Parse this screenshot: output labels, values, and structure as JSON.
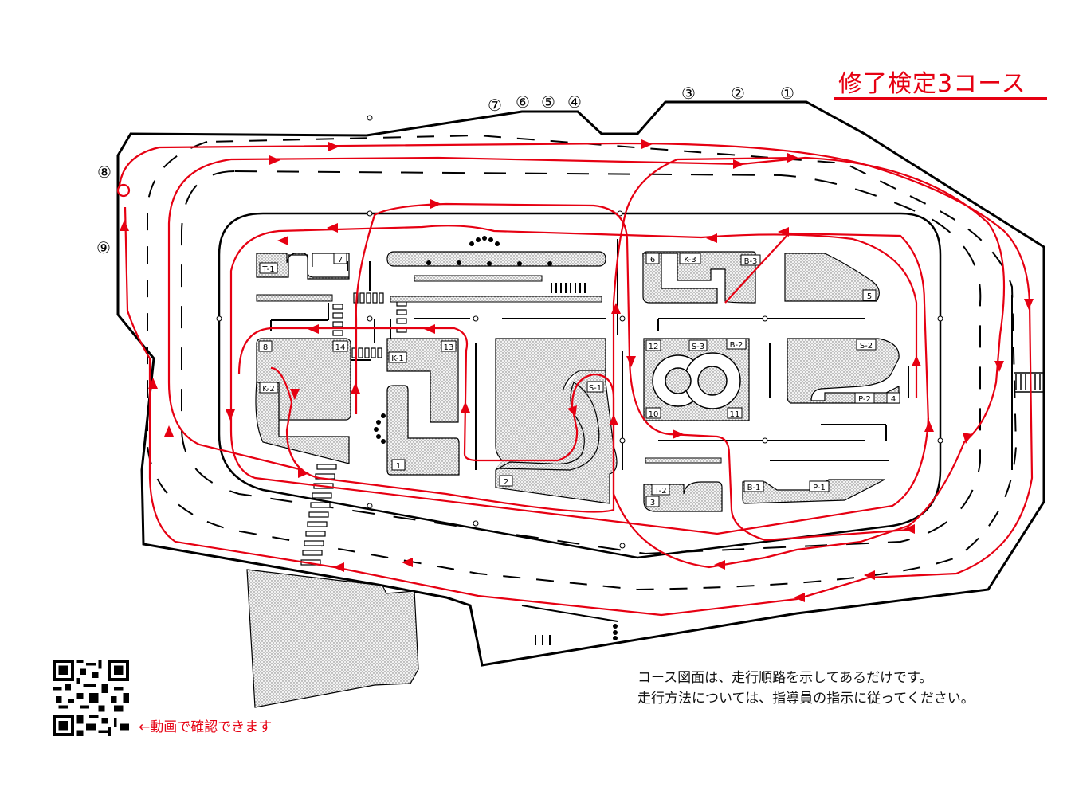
{
  "course_title": "修了検定3コース",
  "notes": [
    "コース図面は、走行順路を示してあるだけです。",
    "走行方法については、指導員の指示に従ってください。"
  ],
  "qr_caption": "←動画で確認できます",
  "route_color": "#e60012",
  "points": [
    "①",
    "②",
    "③",
    "④",
    "⑤",
    "⑥",
    "⑦",
    "⑧",
    "⑨"
  ],
  "area_labels": [
    "T-1",
    "7",
    "8",
    "14",
    "K-1",
    "13",
    "K-2",
    "1",
    "2",
    "S-1",
    "6",
    "K-3",
    "B-3",
    "5",
    "12",
    "S-3",
    "B-2",
    "S-2",
    "10",
    "11",
    "P-2",
    "4",
    "T-2",
    "3",
    "B-1",
    "P-1"
  ]
}
